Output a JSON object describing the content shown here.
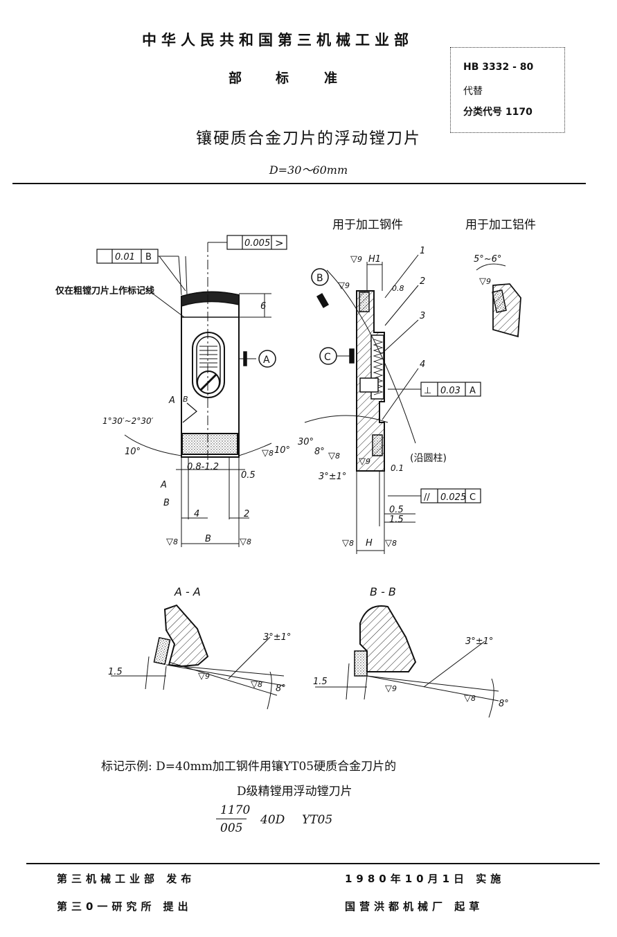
{
  "header": {
    "ministry": "中华人民共和国第三机械工业部",
    "standard_label": [
      "部",
      "标",
      "准"
    ],
    "std_no": "HB 3332 - 80",
    "replaces": "代替",
    "class_code": "分类代号 1170"
  },
  "title": "镶硬质合金刀片的浮动镗刀片",
  "subtitle": "D=30～60mm",
  "drawing": {
    "steel_label": "用于加工钢件",
    "aluminum_label": "用于加工铝件",
    "note_marking_line": "仅在粗镗刀片上作标记线",
    "flatness_tol": "0.005",
    "runout_tol": "0.01",
    "datum_b": "B",
    "datum_a": "A",
    "datum_c": "C",
    "perp_tol": "0.03",
    "parallel_tol": "0.025",
    "dim_6": "6",
    "dim_08_12": "0.8-1.2",
    "dim_05": "0.5",
    "dim_4": "4",
    "dim_2": "2",
    "dim_B": "B",
    "dim_H": "H",
    "dim_H1": "H1",
    "dim_15": "1.5",
    "dim_08": "0.8",
    "dim_01": "0.1",
    "land_note": "(沿圆柱)",
    "angle_1": "1°30′~2°30′",
    "angle_10": "10°",
    "angle_30": "30°",
    "angle_8": "8°",
    "angle_3pm1": "3°±1°",
    "angle_5_6": "5°~6°",
    "rough_8": "8",
    "rough_9": "9",
    "section_a": "A - A",
    "section_b": "B - B",
    "callouts": [
      "1",
      "2",
      "3",
      "4"
    ]
  },
  "example": {
    "line1": "标记示例: D=40mm加工钢件用镶YT05硬质合金刀片的",
    "line2": "D级精镗用浮动镗刀片",
    "code_top": "1170",
    "code_bottom": "005",
    "code_size": "40D",
    "code_grade": "YT05"
  },
  "footer": {
    "issued_by": "第三机械工业部 发布",
    "proposed_by": "第三0一研究所 提出",
    "effective": "1980年10月1日 实施",
    "drafted_by": "国营洪都机械厂 起草"
  }
}
